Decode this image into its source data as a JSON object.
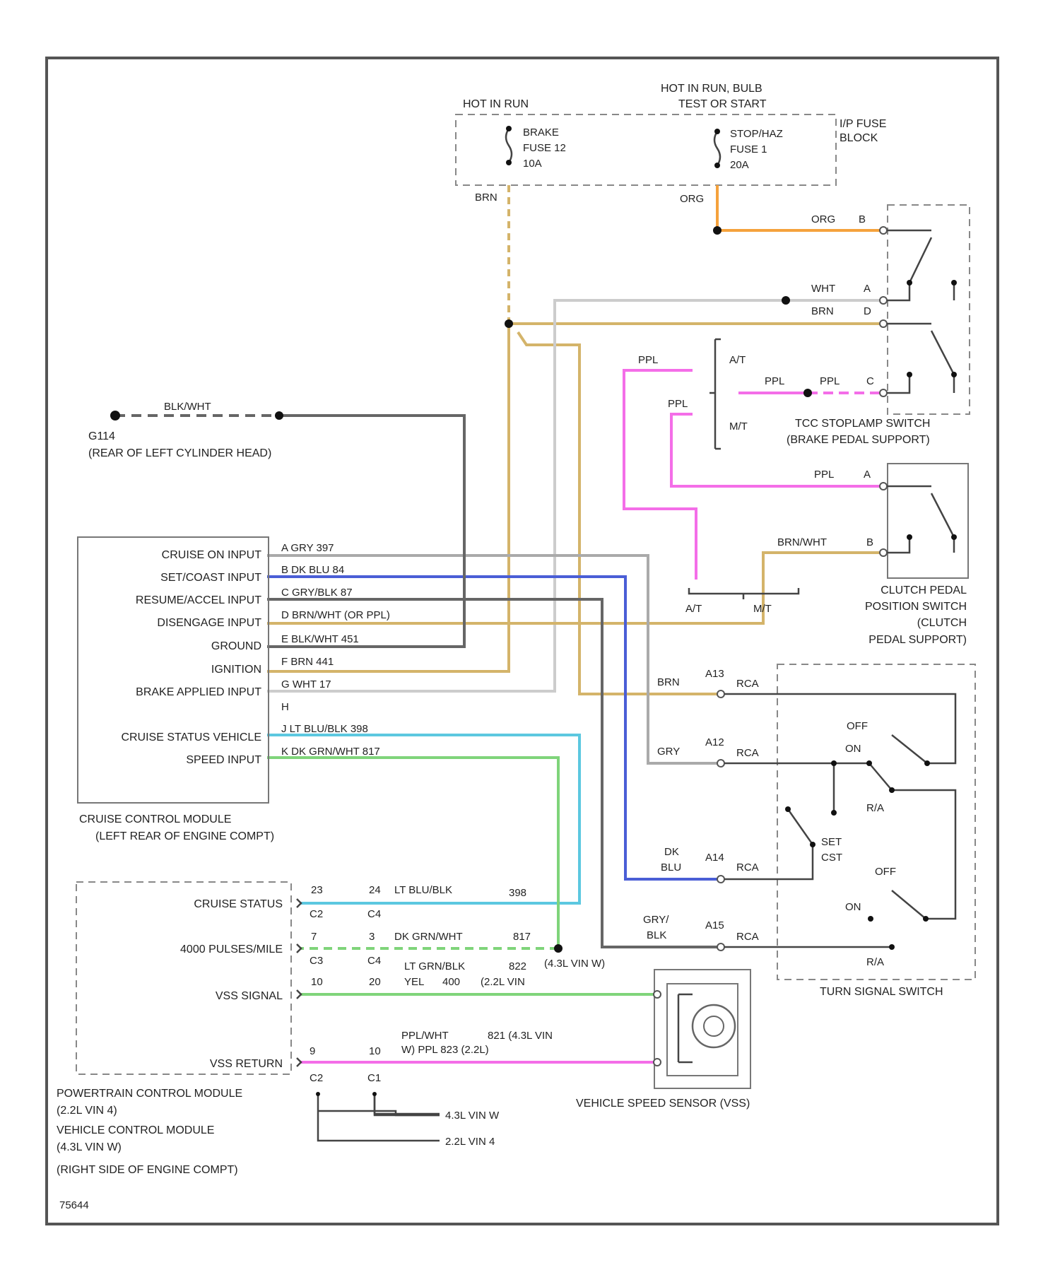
{
  "colors": {
    "brn": "#d4b46a",
    "org": "#f5a23c",
    "ppl": "#f46ee8",
    "blu": "#4a5ed6",
    "ltblu": "#5cc8e0",
    "grn": "#7fd47a",
    "gry": "#aaaaaa",
    "wht": "#cccccc",
    "dkgry": "#666666"
  },
  "fuse_block": {
    "hot_in_run": "HOT IN RUN",
    "hot_bulb_l1": "HOT IN RUN, BULB",
    "hot_bulb_l2": "TEST OR START",
    "block_l1": "I/P FUSE",
    "block_l2": "BLOCK",
    "fuse1_l1": "BRAKE",
    "fuse1_l2": "FUSE 12",
    "fuse1_l3": "10A",
    "fuse2_l1": "STOP/HAZ",
    "fuse2_l2": "FUSE 1",
    "fuse2_l3": "20A",
    "wire1": "BRN",
    "wire2": "ORG"
  },
  "ground": {
    "wire": "BLK/WHT",
    "id": "G114",
    "location": "(REAR OF LEFT CYLINDER HEAD)"
  },
  "cruise_module": {
    "inputs": [
      "CRUISE ON INPUT",
      "SET/COAST INPUT",
      "RESUME/ACCEL INPUT",
      "DISENGAGE INPUT",
      "GROUND",
      "IGNITION",
      "BRAKE APPLIED INPUT",
      "CRUISE STATUS VEHICLE",
      "SPEED INPUT"
    ],
    "pins": [
      "A   GRY   397",
      "B   DK BLU   84",
      "C   GRY/BLK   87",
      "D   BRN/WHT (OR PPL)",
      "E   BLK/WHT   451",
      "F   BRN   441",
      "G   WHT   17",
      "H",
      "J   LT BLU/BLK   398",
      "K   DK GRN/WHT   817"
    ],
    "name": "CRUISE CONTROL MODULE",
    "location": "(LEFT REAR OF ENGINE COMPT)"
  },
  "tcc_switch": {
    "at": "A/T",
    "mt": "M/T",
    "ppl": "PPL",
    "wht": "WHT",
    "brn": "BRN",
    "org": "ORG",
    "pin_b": "B",
    "pin_a": "A",
    "pin_d": "D",
    "pin_c": "C",
    "name": "TCC STOPLAMP SWITCH",
    "location": "(BRAKE PEDAL SUPPORT)"
  },
  "clutch_switch": {
    "ppl": "PPL",
    "brnwht": "BRN/WHT",
    "pin_a": "A",
    "pin_b": "B",
    "at": "A/T",
    "mt": "M/T",
    "name_l1": "CLUTCH PEDAL",
    "name_l2": "POSITION SWITCH",
    "name_l3": "(CLUTCH",
    "name_l4": "PEDAL SUPPORT)"
  },
  "turn_switch": {
    "brn": "BRN",
    "gry": "GRY",
    "dkblu_l1": "DK",
    "dkblu_l2": "BLU",
    "grybk_l1": "GRY/",
    "grybk_l2": "BLK",
    "pins": [
      "A13",
      "A12",
      "A14",
      "A15"
    ],
    "c": "RCA",
    "off": "OFF",
    "on": "ON",
    "ra": "R/A",
    "set": "SET",
    "coast": "CST",
    "name": "TURN SIGNAL SWITCH"
  },
  "pcm": {
    "labels": [
      "CRUISE STATUS",
      "4000 PULSES/MILE",
      "VSS SIGNAL",
      "VSS RETURN"
    ],
    "row1": [
      "23",
      "24",
      "LT BLU/BLK",
      "398",
      "C2",
      "C4"
    ],
    "row2": [
      "7",
      "3",
      "DK GRN/WHT",
      "817",
      "C3",
      "C4"
    ],
    "row2_note": "(4.3L VIN W)",
    "row3": [
      "10",
      "20",
      "LT GRN/BLK",
      "822",
      "YEL",
      "400",
      "(2.2L VIN"
    ],
    "row4": [
      "9",
      "10",
      "PPL/WHT",
      "821 (4.3L VIN",
      "W) PPL 823 (2.2L)",
      "C2",
      "C1"
    ],
    "name_l1": "POWERTRAIN CONTROL MODULE",
    "name_l2": "(2.2L VIN 4)",
    "name_l3": "VEHICLE CONTROL MODULE",
    "name_l4": "(4.3L VIN W)",
    "name_l5": "(RIGHT SIDE OF ENGINE COMPT)",
    "ref1": "4.3L VIN W",
    "ref2": "2.2L VIN 4"
  },
  "vss": {
    "name": "VEHICLE SPEED SENSOR (VSS)"
  },
  "figure_id": "75644"
}
